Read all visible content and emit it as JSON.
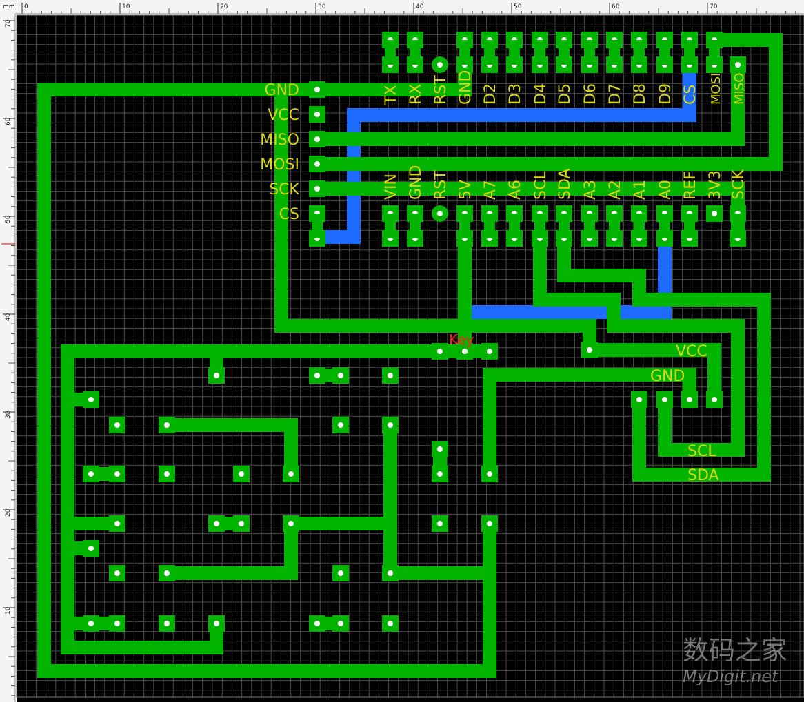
{
  "ruler": {
    "unit": "mm",
    "top_ticks": [
      "0",
      "10",
      "20",
      "30",
      "40",
      "50",
      "60",
      "70"
    ],
    "left_ticks": [
      "70",
      "60",
      "50",
      "40",
      "30",
      "20",
      "10"
    ]
  },
  "board": {
    "key_label": "Key",
    "left_header_labels": [
      "GND",
      "VCC",
      "MISO",
      "MOSI",
      "SCK",
      "CS"
    ],
    "top_row_labels": [
      "TX",
      "RX",
      "RST",
      "GND",
      "D2",
      "D3",
      "D4",
      "D5",
      "D6",
      "D7",
      "D8",
      "D9",
      "CS",
      "MOSI",
      "MISO"
    ],
    "bottom_row_labels": [
      "VIN",
      "GND",
      "RST",
      "5V",
      "A7",
      "A6",
      "SCL",
      "SDA",
      "A3",
      "A2",
      "A1",
      "A0",
      "REF",
      "3V3",
      "SCK"
    ],
    "oled_labels": {
      "vcc": "VCC",
      "gnd": "GND",
      "scl": "SCL",
      "sda": "SDA"
    }
  },
  "watermark": {
    "line1": "数码之家",
    "line2": "MyDigit.net"
  },
  "colors": {
    "background": "#000000",
    "grid": "#4a4a4a",
    "trace_top": "#00b400",
    "trace_bottom": "#1e6cff",
    "label": "#d6d610",
    "key_label": "#ff2020"
  }
}
